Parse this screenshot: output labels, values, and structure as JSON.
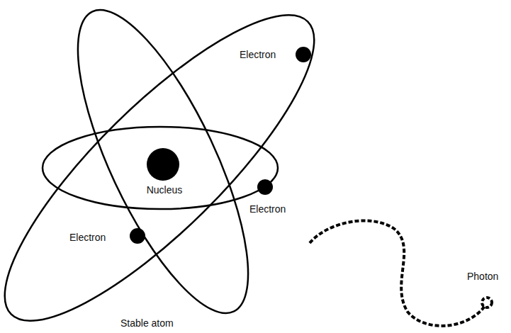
{
  "diagram": {
    "labels": [
      "Electron",
      "Nucleus",
      "Electron",
      "Electron",
      "Photon",
      "Stable atom"
    ]
  }
}
